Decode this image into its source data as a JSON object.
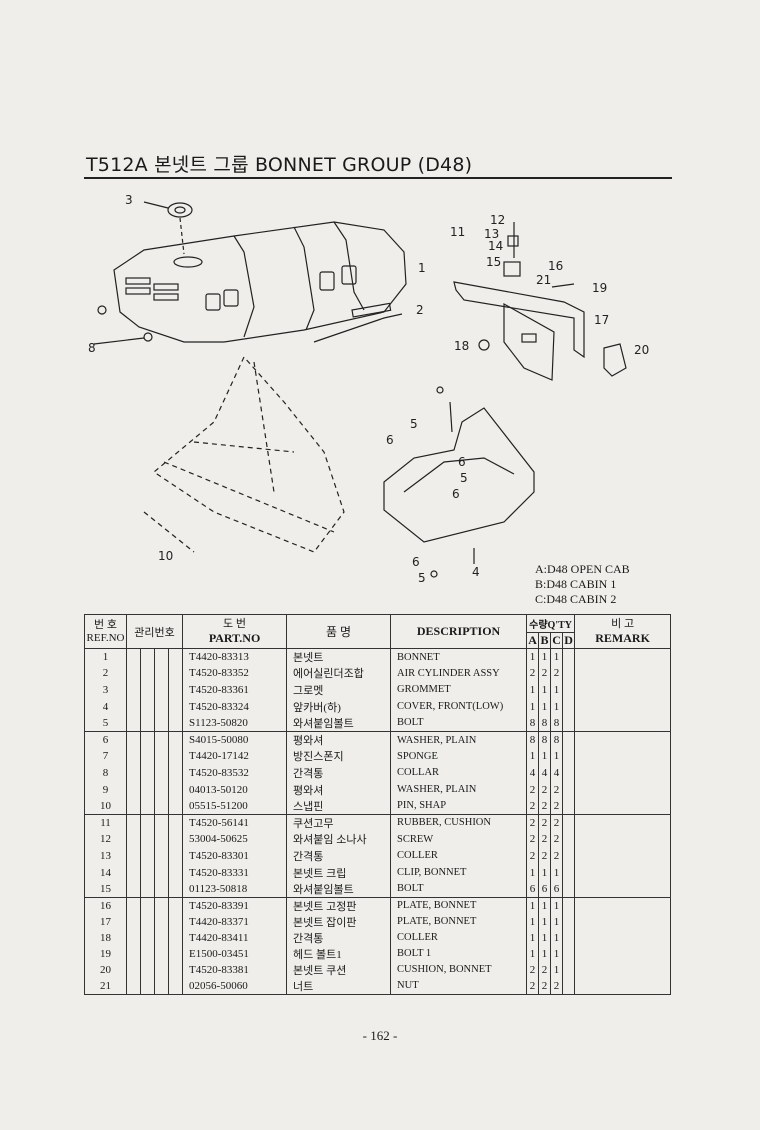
{
  "header": {
    "title": "T512A 본넷트 그룹 BONNET GROUP (D48)"
  },
  "diagram": {
    "callouts": [
      "1",
      "2",
      "3",
      "4",
      "5",
      "5",
      "5",
      "6",
      "6",
      "6",
      "6",
      "8",
      "10",
      "11",
      "12",
      "13",
      "14",
      "15",
      "16",
      "17",
      "18",
      "19",
      "20",
      "21"
    ]
  },
  "legend": [
    "A:D48 OPEN CAB",
    "B:D48 CABIN 1",
    "C:D48 CABIN 2"
  ],
  "table": {
    "headers": {
      "ref_kr": "번 호",
      "ref_en": "REF.NO",
      "mgmt": "관리번호",
      "part_kr": "도   번",
      "part_en": "PART.NO",
      "name_kr": "품    명",
      "desc": "DESCRIPTION",
      "qty_kr": "수량Q'TY",
      "qty_a": "A",
      "qty_b": "B",
      "qty_c": "C",
      "qty_d": "D",
      "remark_kr": "비   고",
      "remark_en": "REMARK"
    },
    "rows": [
      {
        "ref": "1",
        "part": "T4420-83313",
        "kr": "본넷트",
        "desc": "BONNET",
        "a": "1",
        "b": "1",
        "c": "1"
      },
      {
        "ref": "2",
        "part": "T4520-83352",
        "kr": "에어실린더조합",
        "desc": "AIR CYLINDER ASSY",
        "a": "2",
        "b": "2",
        "c": "2"
      },
      {
        "ref": "3",
        "part": "T4520-83361",
        "kr": "그로멧",
        "desc": "GROMMET",
        "a": "1",
        "b": "1",
        "c": "1"
      },
      {
        "ref": "4",
        "part": "T4520-83324",
        "kr": "앞카버(하)",
        "desc": "COVER, FRONT(LOW)",
        "a": "1",
        "b": "1",
        "c": "1"
      },
      {
        "ref": "5",
        "part": "S1123-50820",
        "kr": "와셔붙임볼트",
        "desc": "BOLT",
        "a": "8",
        "b": "8",
        "c": "8"
      },
      {
        "ref": "6",
        "part": "S4015-50080",
        "kr": "평와셔",
        "desc": "WASHER, PLAIN",
        "a": "8",
        "b": "8",
        "c": "8"
      },
      {
        "ref": "7",
        "part": "T4420-17142",
        "kr": "방진스폰지",
        "desc": "SPONGE",
        "a": "1",
        "b": "1",
        "c": "1"
      },
      {
        "ref": "8",
        "part": "T4520-83532",
        "kr": "간격통",
        "desc": "COLLAR",
        "a": "4",
        "b": "4",
        "c": "4"
      },
      {
        "ref": "9",
        "part": "04013-50120",
        "kr": "평와셔",
        "desc": "WASHER, PLAIN",
        "a": "2",
        "b": "2",
        "c": "2"
      },
      {
        "ref": "10",
        "part": "05515-51200",
        "kr": "스냅핀",
        "desc": "PIN, SHAP",
        "a": "2",
        "b": "2",
        "c": "2"
      },
      {
        "ref": "11",
        "part": "T4520-56141",
        "kr": "쿠션고무",
        "desc": "RUBBER, CUSHION",
        "a": "2",
        "b": "2",
        "c": "2"
      },
      {
        "ref": "12",
        "part": "53004-50625",
        "kr": "와셔붙임 소나사",
        "desc": "SCREW",
        "a": "2",
        "b": "2",
        "c": "2"
      },
      {
        "ref": "13",
        "part": "T4520-83301",
        "kr": "간격통",
        "desc": "COLLER",
        "a": "2",
        "b": "2",
        "c": "2"
      },
      {
        "ref": "14",
        "part": "T4520-83331",
        "kr": "본넷트 크립",
        "desc": "CLIP, BONNET",
        "a": "1",
        "b": "1",
        "c": "1"
      },
      {
        "ref": "15",
        "part": "01123-50818",
        "kr": "와셔붙임볼트",
        "desc": "BOLT",
        "a": "6",
        "b": "6",
        "c": "6"
      },
      {
        "ref": "16",
        "part": "T4520-83391",
        "kr": "본넷트 고정판",
        "desc": "PLATE, BONNET",
        "a": "1",
        "b": "1",
        "c": "1"
      },
      {
        "ref": "17",
        "part": "T4420-83371",
        "kr": "본넷트 잡이판",
        "desc": "PLATE, BONNET",
        "a": "1",
        "b": "1",
        "c": "1"
      },
      {
        "ref": "18",
        "part": "T4420-83411",
        "kr": "간격통",
        "desc": "COLLER",
        "a": "1",
        "b": "1",
        "c": "1"
      },
      {
        "ref": "19",
        "part": "E1500-03451",
        "kr": "헤드 볼트1",
        "desc": "BOLT 1",
        "a": "1",
        "b": "1",
        "c": "1"
      },
      {
        "ref": "20",
        "part": "T4520-83381",
        "kr": "본넷트 쿠션",
        "desc": "CUSHION, BONNET",
        "a": "2",
        "b": "2",
        "c": "1"
      },
      {
        "ref": "21",
        "part": "02056-50060",
        "kr": "너트",
        "desc": "NUT",
        "a": "2",
        "b": "2",
        "c": "2"
      }
    ]
  },
  "footer": {
    "page": "- 162 -"
  }
}
